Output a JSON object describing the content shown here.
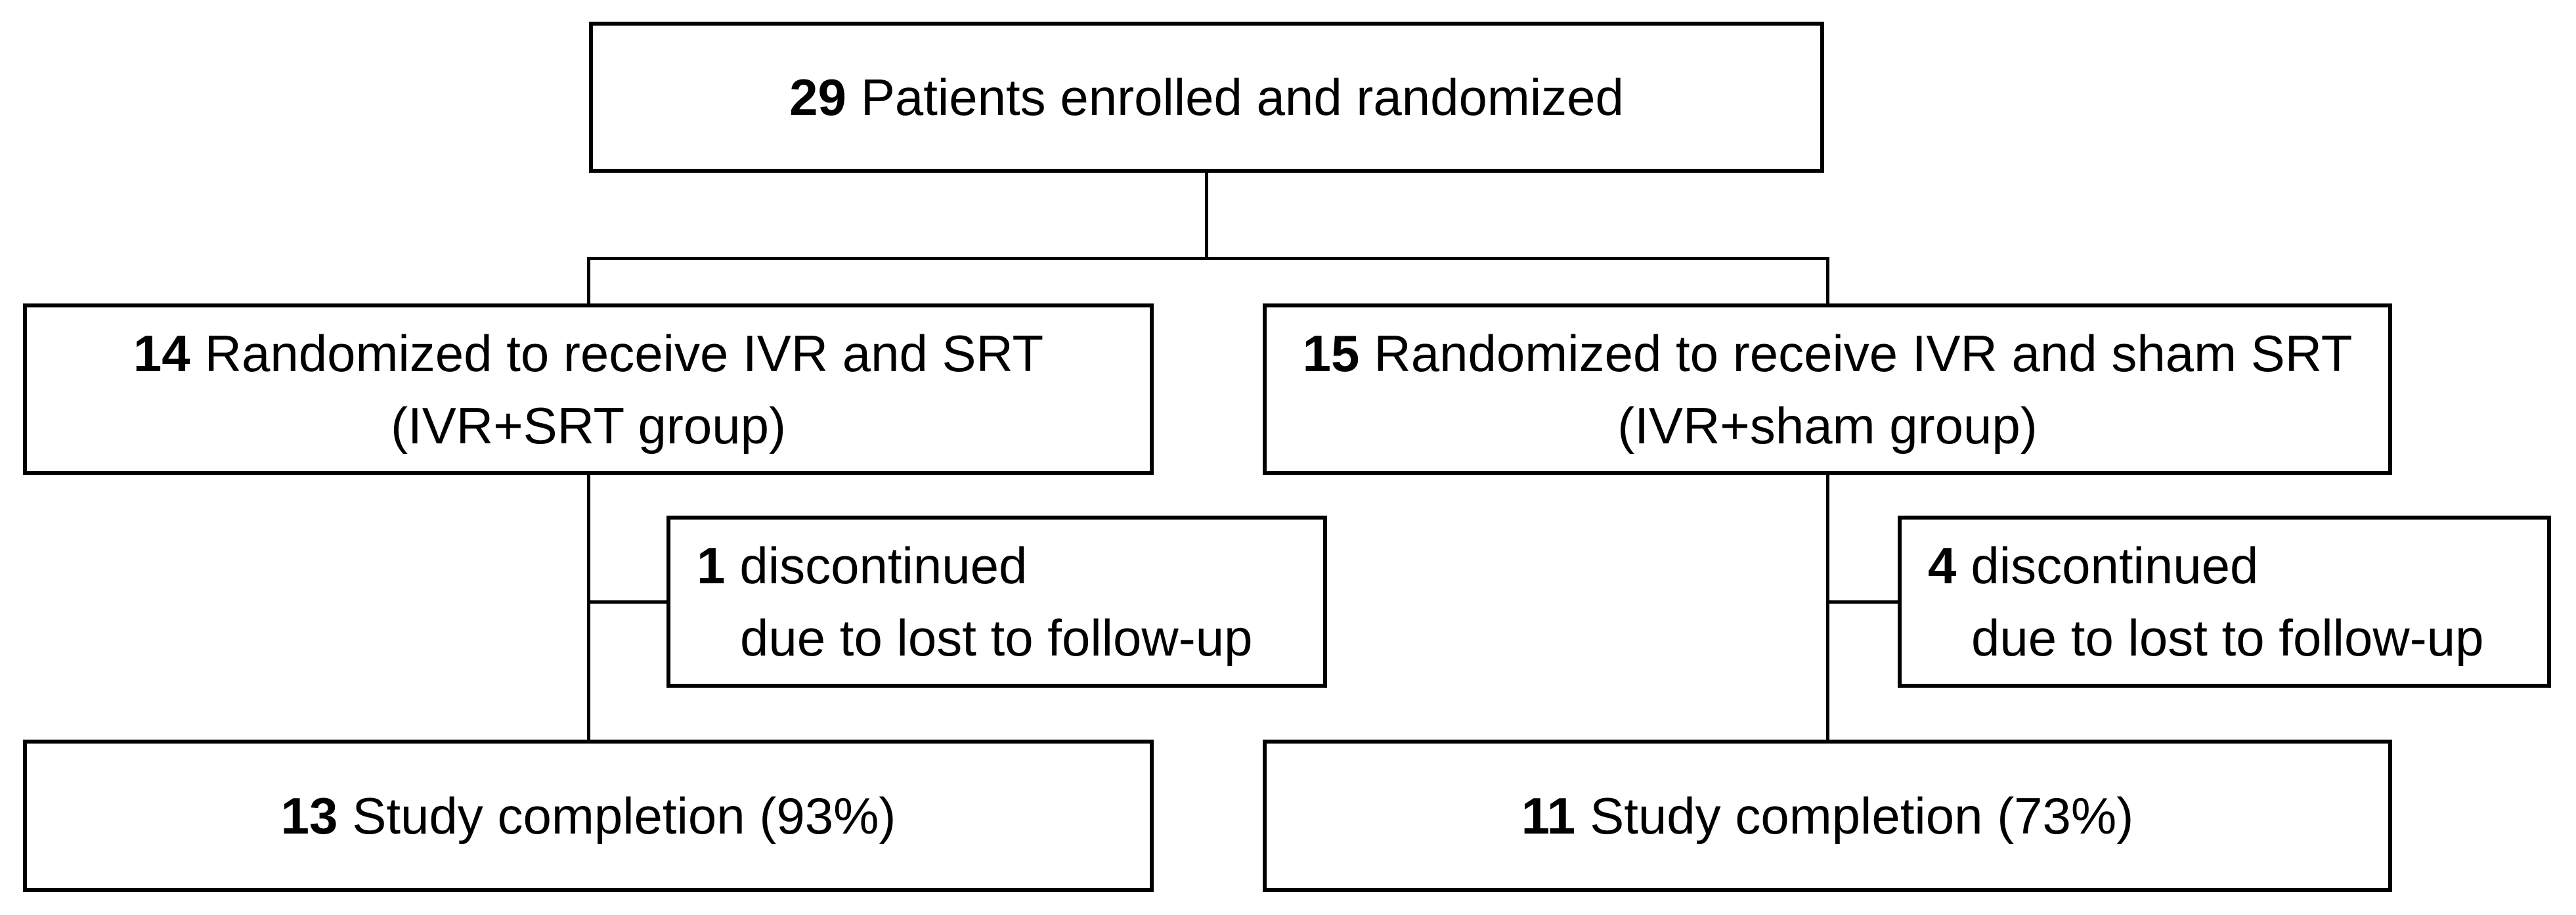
{
  "colors": {
    "background": "#ffffff",
    "box_fill": "#ffffff",
    "border": "#000000",
    "text": "#000000"
  },
  "flow": {
    "enrollment": {
      "count": "29",
      "label": "Patients enrolled and randomized"
    },
    "left_arm": {
      "count": "14",
      "label": "Randomized to receive IVR and SRT",
      "group": "(IVR+SRT group)"
    },
    "right_arm": {
      "count": "15",
      "label": "Randomized to receive IVR and sham SRT",
      "group": "(IVR+sham group)"
    },
    "left_discontinued": {
      "count": "1",
      "label": "discontinued",
      "reason": "due to lost to follow-up"
    },
    "right_discontinued": {
      "count": "4",
      "label": "discontinued",
      "reason": "due to lost to follow-up"
    },
    "left_completion": {
      "count": "13",
      "label": "Study completion (93%)"
    },
    "right_completion": {
      "count": "11",
      "label": "Study completion (73%)"
    }
  }
}
